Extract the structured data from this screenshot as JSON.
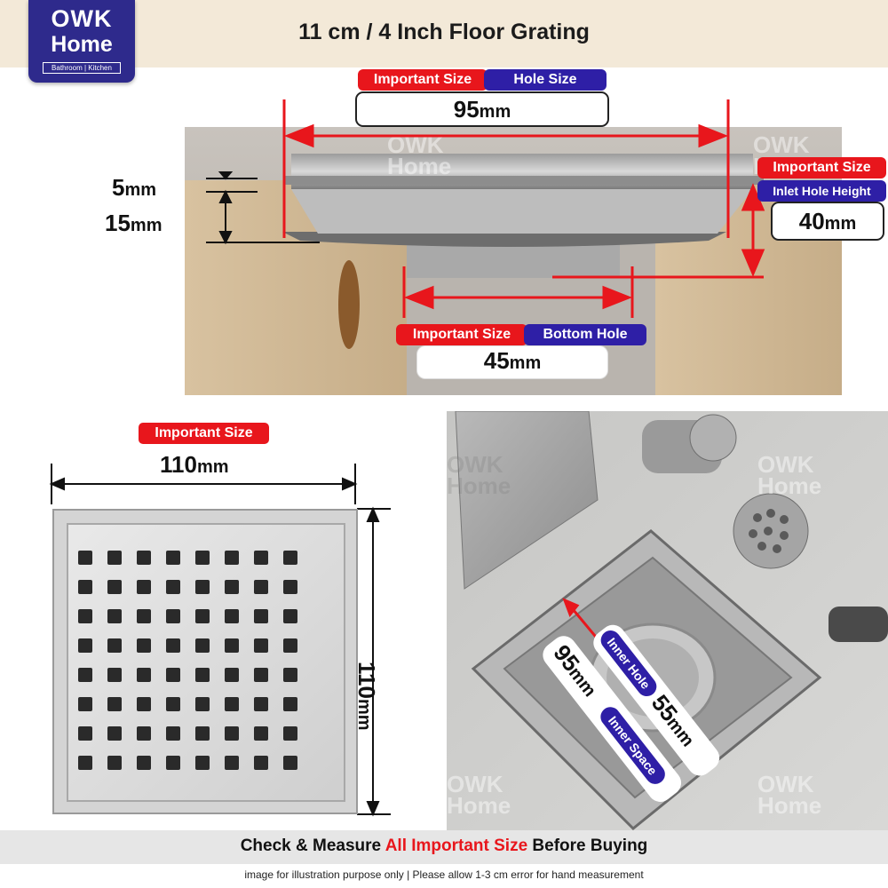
{
  "brand": {
    "line1": "OWK",
    "line2": "Home",
    "tagline": "Bathroom | Kitchen"
  },
  "title": "11 cm / 4 Inch Floor Grating",
  "top_panel": {
    "hole": {
      "tag": "Important Size",
      "label": "Hole Size",
      "value": "95",
      "unit": "mm"
    },
    "inlet": {
      "tag": "Important Size",
      "label": "Inlet Hole Height",
      "value": "40",
      "unit": "mm"
    },
    "bottom": {
      "tag": "Important Size",
      "label": "Bottom Hole",
      "value": "45",
      "unit": "mm"
    },
    "left_dims": [
      {
        "value": "5",
        "unit": "mm"
      },
      {
        "value": "15",
        "unit": "mm"
      }
    ]
  },
  "bottom_left": {
    "tag": "Important Size",
    "width": {
      "value": "110",
      "unit": "mm"
    },
    "height": {
      "value": "110",
      "unit": "mm"
    }
  },
  "bottom_right": {
    "inner_hole": {
      "label": "Inner Hole",
      "value": "55",
      "unit": "mm"
    },
    "inner_space": {
      "label": "Inner Space",
      "value": "95",
      "unit": "mm"
    }
  },
  "watermark": {
    "line1": "OWK",
    "line2": "Home"
  },
  "footer": {
    "part1": "Check & Measure ",
    "highlight": "All Important Size",
    "part2": " Before Buying",
    "note": "image for illustration purpose only | Please allow 1-3 cm error for hand measurement"
  },
  "colors": {
    "accent_red": "#e8161c",
    "brand_blue": "#2e1fa6",
    "header_bg": "#f3e9d8"
  }
}
